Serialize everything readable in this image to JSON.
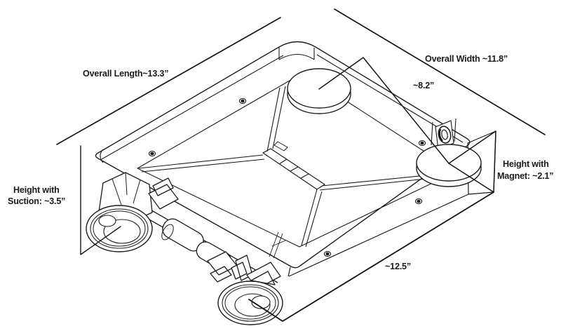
{
  "figure": {
    "type": "technical-dimension-diagram",
    "subject": "Underside isometric view of mounting base plate with magnets and suction cups",
    "background_color": "#ffffff",
    "line_color": "#1c1c1c",
    "text_color": "#1b1b1b"
  },
  "dimensions": {
    "overall_length": "Overall Length~13.3”",
    "overall_width": "Overall Width ~11.8”",
    "magnet_spacing": "~8.2”",
    "height_with_magnet": [
      "Height with",
      "Magnet:  ~2.1”"
    ],
    "height_with_suction": [
      "Height with",
      "Suction:  ~3.5”"
    ],
    "bottom_edge_length": "~12.5”"
  }
}
